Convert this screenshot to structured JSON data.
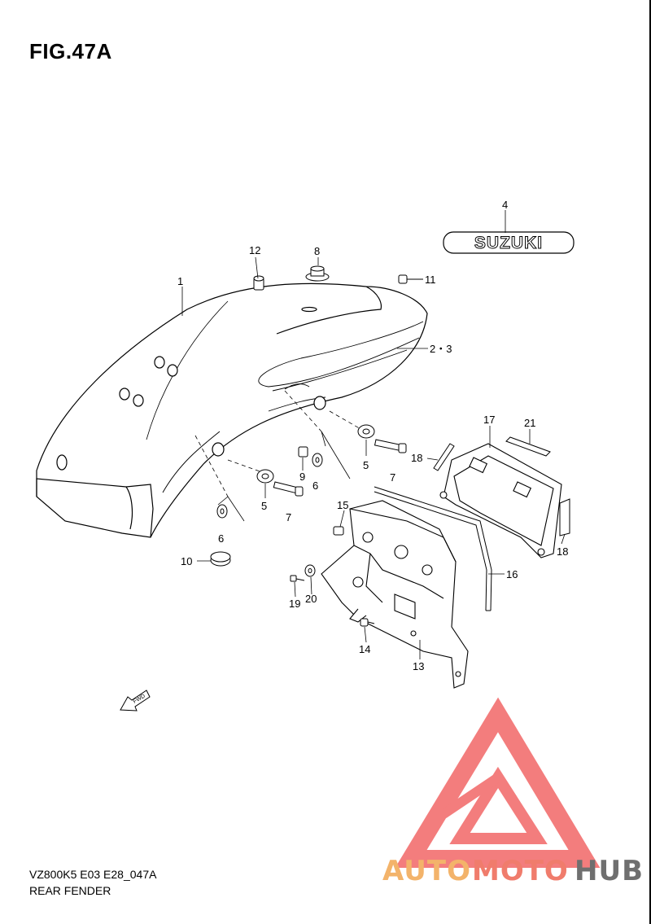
{
  "figure": {
    "title": "FIG.47A",
    "code": "VZ800K5 E03 E28_047A",
    "name": "REAR FENDER"
  },
  "emblem_text": "SUZUKI",
  "fwd_text": "FWD",
  "callouts": [
    {
      "id": "c1",
      "label": "1"
    },
    {
      "id": "c23",
      "label": "2・3"
    },
    {
      "id": "c4",
      "label": "4"
    },
    {
      "id": "c5a",
      "label": "5"
    },
    {
      "id": "c5b",
      "label": "5"
    },
    {
      "id": "c6a",
      "label": "6"
    },
    {
      "id": "c6b",
      "label": "6"
    },
    {
      "id": "c7a",
      "label": "7"
    },
    {
      "id": "c7b",
      "label": "7"
    },
    {
      "id": "c8",
      "label": "8"
    },
    {
      "id": "c9",
      "label": "9"
    },
    {
      "id": "c10",
      "label": "10"
    },
    {
      "id": "c11",
      "label": "11"
    },
    {
      "id": "c12",
      "label": "12"
    },
    {
      "id": "c13",
      "label": "13"
    },
    {
      "id": "c14",
      "label": "14"
    },
    {
      "id": "c15",
      "label": "15"
    },
    {
      "id": "c16",
      "label": "16"
    },
    {
      "id": "c17",
      "label": "17"
    },
    {
      "id": "c18a",
      "label": "18"
    },
    {
      "id": "c18b",
      "label": "18"
    },
    {
      "id": "c19",
      "label": "19"
    },
    {
      "id": "c20",
      "label": "20"
    },
    {
      "id": "c21",
      "label": "21"
    }
  ],
  "watermark": {
    "part1": "AUTO",
    "part2": "MOTO",
    "part3": "HUB",
    "color1": "#f3b36a",
    "color2": "#f07c6c",
    "color3": "#6f6f6f",
    "logo_color": "#f26f6f"
  }
}
